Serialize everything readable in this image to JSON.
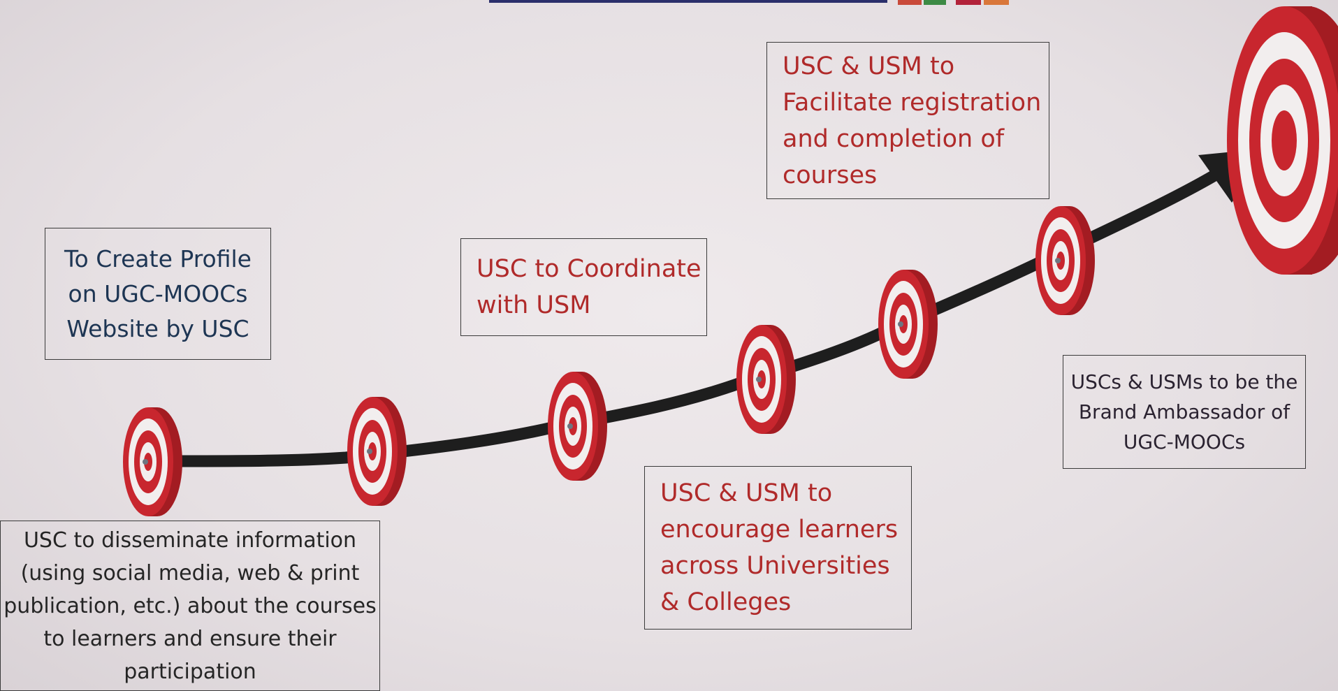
{
  "colors": {
    "target_red": "#c8262e",
    "target_white": "#f2eeee",
    "arrow": "#1e1e1e",
    "red_text": "#b02a2a",
    "navy_text": "#1d3553",
    "dark_text": "#252525"
  },
  "steps": {
    "create_profile": "To Create Profile\non UGC-MOOCs\nWebsite by USC",
    "coordinate": "USC to Coordinate\nwith USM",
    "facilitate": "USC & USM to\nFacilitate registration\nand completion of\ncourses",
    "disseminate": "USC to disseminate information\n(using social media, web & print\npublication, etc.) about the courses\nto learners and ensure their\nparticipation",
    "encourage": "USC & USM to\nencourage learners\nacross Universities\n& Colleges",
    "ambassador": "USCs & USMs to be the\nBrand Ambassador of\nUGC-MOOCs"
  },
  "icons": {
    "targets": "target-icon",
    "arrow": "arrow-icon",
    "goal": "bullseye-icon"
  }
}
